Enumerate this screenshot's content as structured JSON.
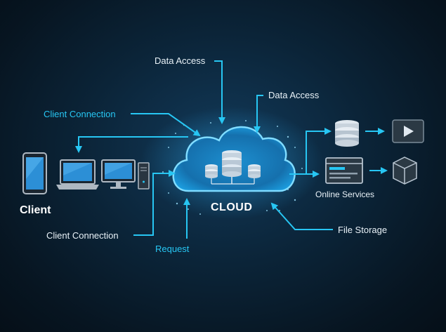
{
  "labels": {
    "data_access_top": "Data Access",
    "data_access_right": "Data Access",
    "client_connection_top": "Client Connection",
    "client_connection_bottom": "Client Connection",
    "request": "Request",
    "client": "Client",
    "cloud": "CLOUD",
    "online_services": "Online Services",
    "file_storage": "File Storage"
  },
  "icons": [
    "smartphone-icon",
    "laptop-icon",
    "desktop-icon",
    "server-icon",
    "database-icon",
    "play-icon",
    "browser-window-icon",
    "box-icon"
  ],
  "colors": {
    "accent": "#27c6f3",
    "background": "#0b2438",
    "cloud": "#3fb4ea"
  }
}
